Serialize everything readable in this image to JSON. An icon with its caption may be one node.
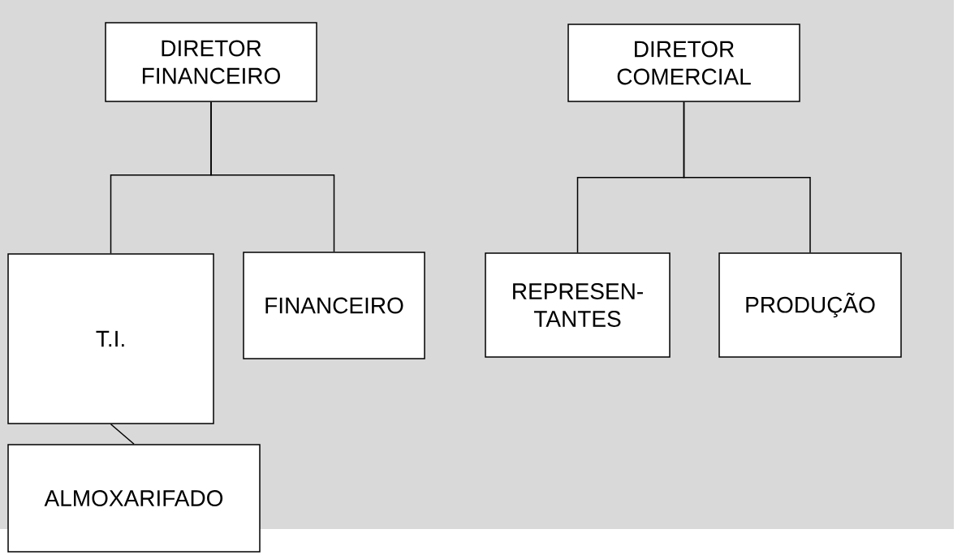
{
  "diagram": {
    "nodes": [
      {
        "text": [
          "DIRETOR FINANCEIRO"
        ]
      },
      {
        "text": [
          "DIRETOR COMERCIAL"
        ]
      },
      {
        "text": [
          "T.I."
        ]
      },
      {
        "text": [
          "FINANCEIRO"
        ]
      },
      {
        "text": [
          "REPRESEN- TANTES"
        ]
      },
      {
        "text": [
          "PRODUÇÃO"
        ]
      },
      {
        "text": [
          "ALMOXARIFADO"
        ]
      }
    ],
    "edges": [
      {
        "from": 0,
        "to": 2,
        "arrow": "none"
      },
      {
        "from": 0,
        "to": 3,
        "arrow": "none"
      },
      {
        "from": 1,
        "to": 4,
        "arrow": "none"
      },
      {
        "from": 1,
        "to": 5,
        "arrow": "none"
      },
      {
        "from": 2,
        "to": 6,
        "arrow": "none"
      }
    ]
  }
}
